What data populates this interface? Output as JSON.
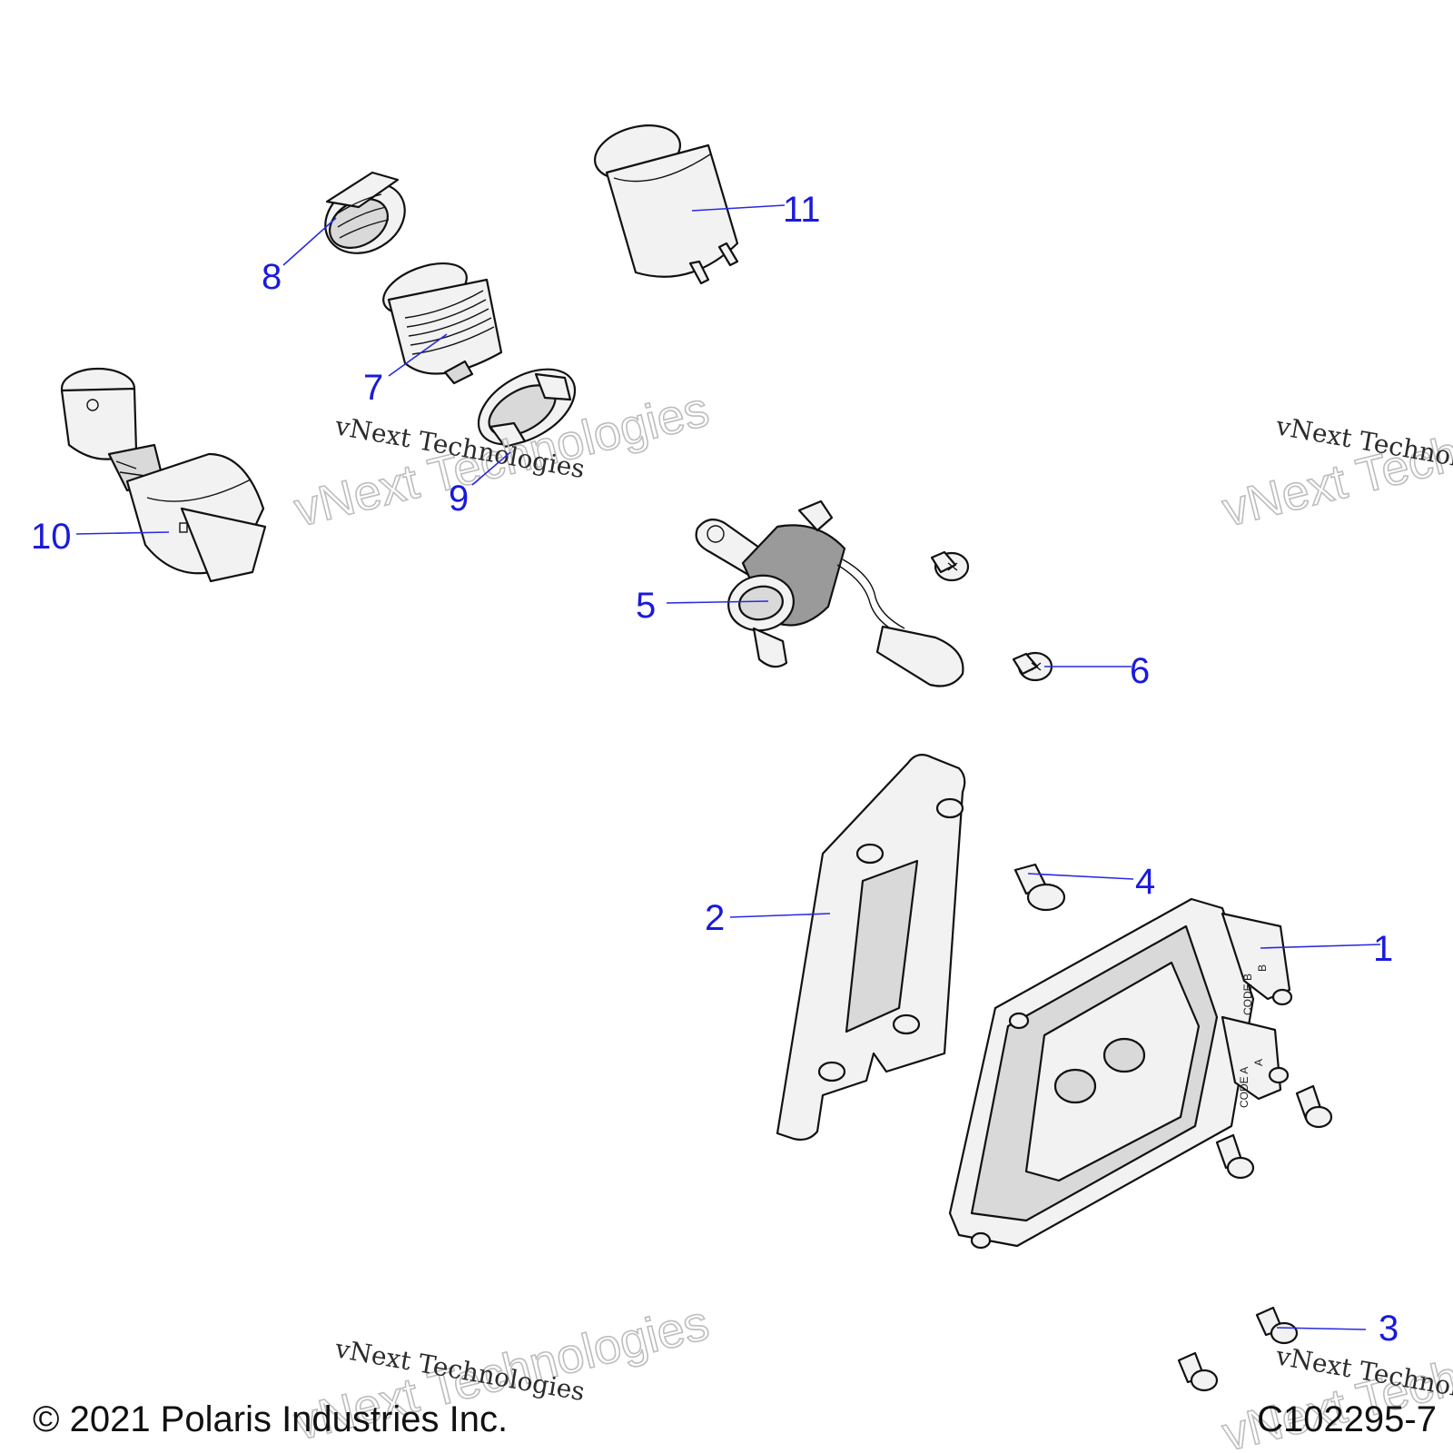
{
  "callouts": [
    "1",
    "2",
    "3",
    "4",
    "5",
    "6",
    "7",
    "8",
    "9",
    "10",
    "11"
  ],
  "watermark": {
    "primary": "vNext Technologies",
    "secondary": "vNext Technologies",
    "partial_primary": "vNext Technol",
    "partial_secondary": "vNext Technol"
  },
  "module_codes": [
    "CODE B",
    "B",
    "CODE A",
    "A"
  ],
  "footer": {
    "copyright": "© 2021 Polaris Industries Inc.",
    "drawing_id": "C102295-7"
  },
  "colors": {
    "callout": "#1a1adc",
    "line": "#111111"
  }
}
